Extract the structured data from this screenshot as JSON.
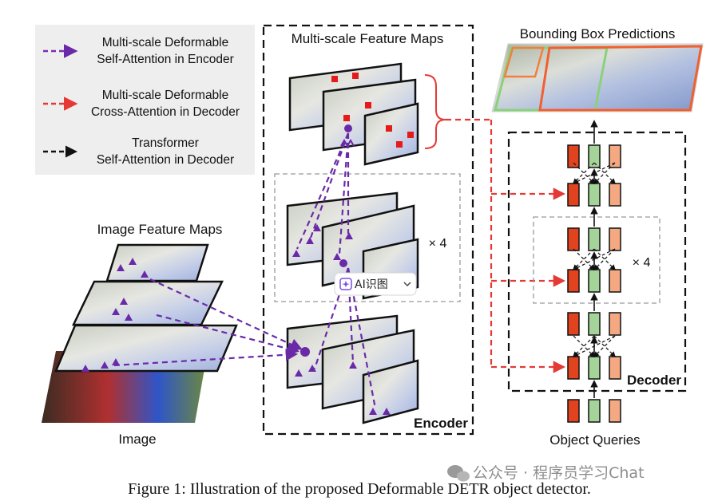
{
  "legend": {
    "items": [
      {
        "line1": "Multi-scale Deformable",
        "line2": "Self-Attention in Encoder",
        "color": "#7b2fb3"
      },
      {
        "line1": "Multi-scale Deformable",
        "line2": "Cross-Attention in Decoder",
        "color": "#e53935"
      },
      {
        "line1": "Transformer",
        "line2": "Self-Attention in Decoder",
        "color": "#111111"
      }
    ]
  },
  "labels": {
    "multiscale_title": "Multi-scale Feature Maps",
    "bbox_title": "Bounding Box Predictions",
    "image_feature_title": "Image Feature Maps",
    "image_label": "Image",
    "encoder_label": "Encoder",
    "decoder_label": "Decoder",
    "object_queries": "Object Queries",
    "enc_repeat": "× 4",
    "dec_repeat": "× 4",
    "ai_button": "AI识图",
    "caption": "Figure 1: Illustration of the proposed Deformable DETR object detector.",
    "watermark": "公众号 · 程序员学习Chat"
  },
  "colors": {
    "purple": "#6a2aa8",
    "red": "#e53935",
    "block_red": "#e2431f",
    "block_green": "#a5d49a",
    "block_orange": "#f4a983",
    "bbox_green": "#8bd17a",
    "bbox_orange": "#f08040",
    "legend_bg": "#eeeeee"
  }
}
